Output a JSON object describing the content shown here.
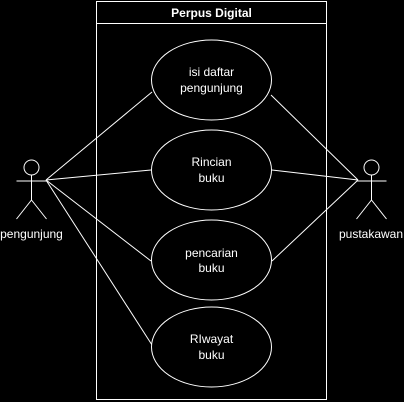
{
  "system": {
    "title": "Perpus Digital"
  },
  "use_cases": [
    {
      "line1": "isi daftar",
      "line2": "pengunjung"
    },
    {
      "line1": "Rincian",
      "line2": "buku"
    },
    {
      "line1": "pencarian",
      "line2": "buku"
    },
    {
      "line1": "RIwayat",
      "line2": "buku"
    }
  ],
  "actors": {
    "left": {
      "label": "pengunjung"
    },
    "right": {
      "label": "pustakawan"
    }
  },
  "colors": {
    "background": "#000000",
    "stroke": "#ffffff",
    "text": "#ffffff"
  }
}
